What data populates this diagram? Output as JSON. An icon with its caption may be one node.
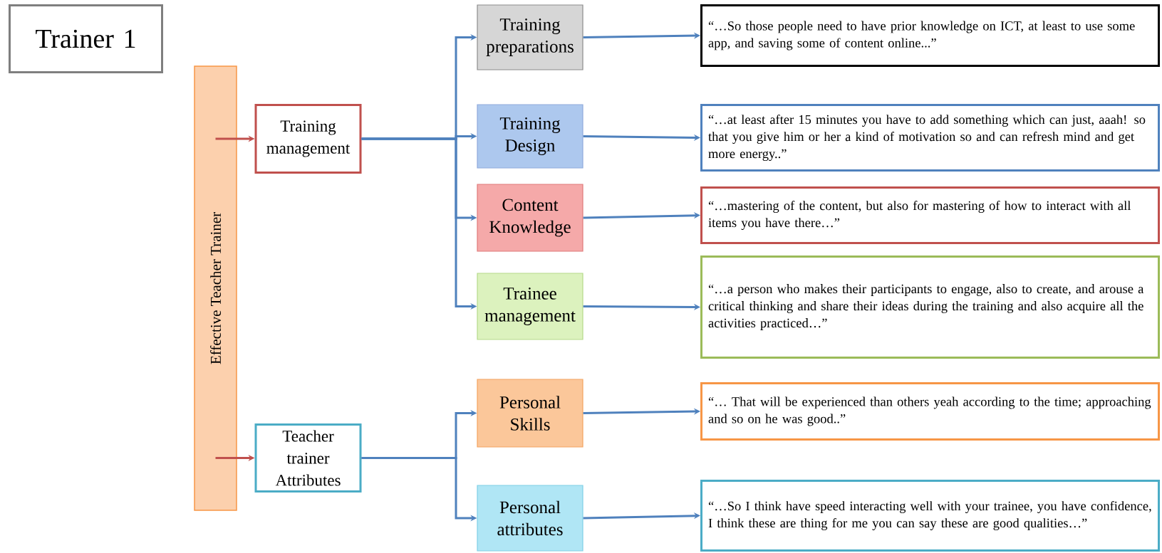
{
  "diagram": {
    "nodes": [
      {
        "text": [
          "Trainer 1"
        ]
      },
      {
        "text": [
          "Effective Teacher Trainer"
        ]
      },
      {
        "text": [
          "Training management"
        ]
      },
      {
        "text": [
          "Teacher trainer Attributes"
        ]
      },
      {
        "text": [
          "Training preparations"
        ]
      },
      {
        "text": [
          "Training Design"
        ]
      },
      {
        "text": [
          "Content Knowledge"
        ]
      },
      {
        "text": [
          "Trainee management"
        ]
      },
      {
        "text": [
          "Personal Skills"
        ]
      },
      {
        "text": [
          "Personal attributes"
        ]
      },
      {
        "text": [
          "“…So those people need to have prior knowledge on ICT, at least to use some app, and saving some of content online...”"
        ]
      },
      {
        "text": [
          "“…at least after 15 minutes you have to add something which can just, aaah! so that you give him or her a kind of motivation so and can refresh mind and get more energy..”"
        ]
      },
      {
        "text": [
          "“…mastering of the content, but also for mastering of how to interact with all items you have there…”"
        ]
      },
      {
        "text": [
          "“…a person who makes their participants to engage, also to create, and arouse a critical thinking and share their ideas during the training and also acquire all the activities practiced…”"
        ]
      },
      {
        "text": [
          "“… That will be experienced than others yeah according to the time; approaching and so on he was good..”"
        ]
      },
      {
        "text": [
          "“…So I think have speed interacting well with your trainee, you have confidence, I think these are thing for me you can say these are good qualities…”"
        ]
      }
    ],
    "edges": [
      {
        "from": 1,
        "to": 2,
        "arrow": "to",
        "color": "#c0504d"
      },
      {
        "from": 1,
        "to": 3,
        "arrow": "to",
        "color": "#c0504d"
      },
      {
        "from": 2,
        "to": 4,
        "arrow": "to"
      },
      {
        "from": 2,
        "to": 5,
        "arrow": "to"
      },
      {
        "from": 2,
        "to": 6,
        "arrow": "to"
      },
      {
        "from": 2,
        "to": 7,
        "arrow": "to"
      },
      {
        "from": 3,
        "to": 8,
        "arrow": "to"
      },
      {
        "from": 3,
        "to": 9,
        "arrow": "to"
      },
      {
        "from": 4,
        "to": 10,
        "arrow": "to"
      },
      {
        "from": 5,
        "to": 11,
        "arrow": "to"
      },
      {
        "from": 6,
        "to": 12,
        "arrow": "to"
      },
      {
        "from": 7,
        "to": 13,
        "arrow": "to"
      },
      {
        "from": 8,
        "to": 14,
        "arrow": "to"
      },
      {
        "from": 9,
        "to": 15,
        "arrow": "to"
      }
    ]
  }
}
